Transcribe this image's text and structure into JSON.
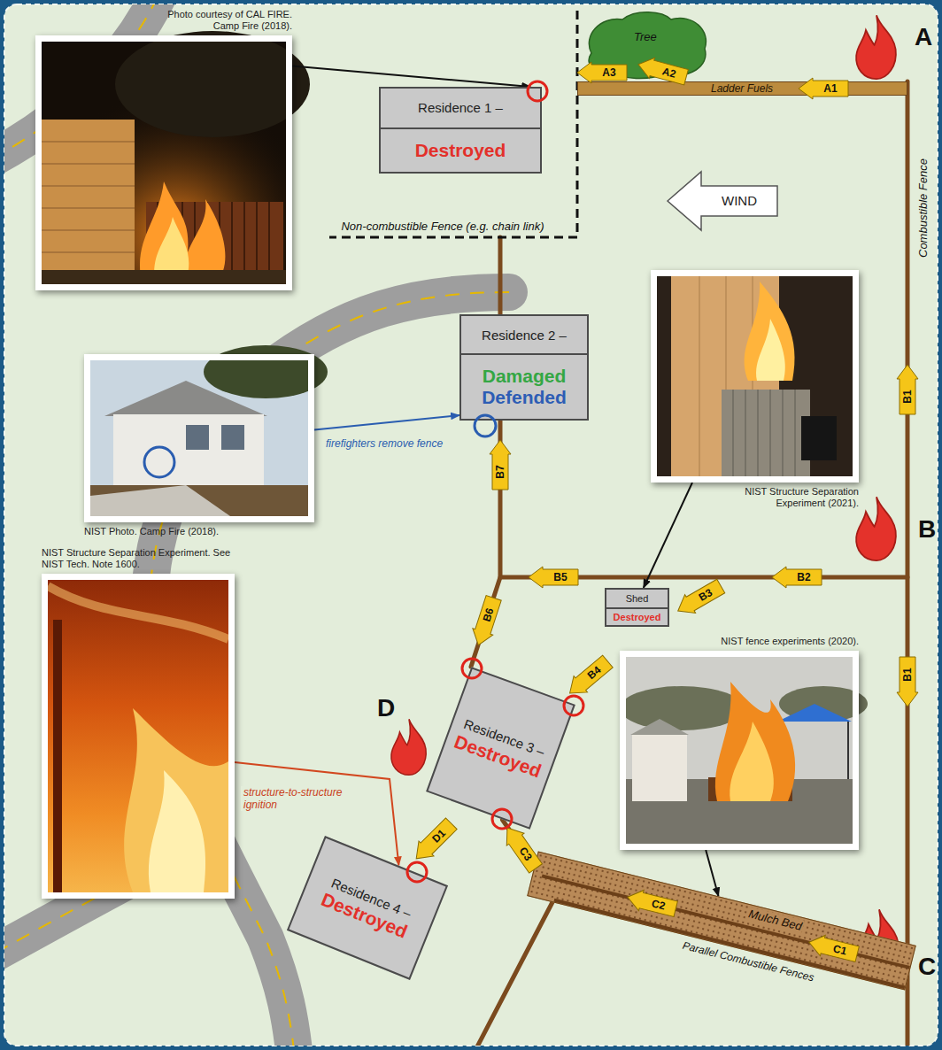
{
  "diagram": {
    "nodes": [
      {
        "text": [
          "Photo courtesy of CAL FIRE. Camp Fire (2018)."
        ]
      },
      {
        "text": [
          "Residence 1 –",
          "Destroyed"
        ]
      },
      {
        "text": [
          "Tree"
        ]
      },
      {
        "text": [
          "Ladder Fuels"
        ]
      },
      {
        "text": [
          "WIND"
        ]
      },
      {
        "text": [
          "NIST Structure Separation Experiment (2021)."
        ]
      },
      {
        "text": [
          "Residence 2 –",
          "Damaged",
          "Defended"
        ]
      },
      {
        "text": [
          "NIST Photo. Camp Fire (2018)."
        ]
      },
      {
        "text": [
          "NIST Structure Separation Experiment. See NIST Tech. Note 1600."
        ]
      },
      {
        "text": [
          "Shed",
          "Destroyed"
        ]
      },
      {
        "text": [
          "Residence 3 –",
          "Destroyed"
        ]
      },
      {
        "text": [
          "NIST fence experiments (2020)."
        ]
      },
      {
        "text": [
          "Mulch Bed"
        ]
      },
      {
        "text": [
          "Residence 4 –",
          "Destroyed"
        ]
      }
    ],
    "edges": [
      {
        "from": 0,
        "to": 1,
        "arrow": "to"
      },
      {
        "from": 7,
        "to": 6,
        "label": "firefighters remove fence",
        "arrow": "to"
      },
      {
        "from": 5,
        "to": 9,
        "arrow": "to"
      },
      {
        "from": 8,
        "to": 13,
        "label": "structure-to-structure ignition",
        "arrow": "to"
      },
      {
        "from": 11,
        "to": 12,
        "arrow": "to"
      }
    ],
    "labels": [
      "A",
      "A3",
      "A2",
      "A1",
      "Combustible Fence",
      "Non-combustible Fence (e.g. chain link)",
      "B1",
      "B7",
      "B",
      "B5",
      "B3",
      "B2",
      "B6",
      "B4",
      "B1",
      "D",
      "D1",
      "C3",
      "C2",
      "C1",
      "C",
      "Parallel Combustible Fences"
    ]
  }
}
